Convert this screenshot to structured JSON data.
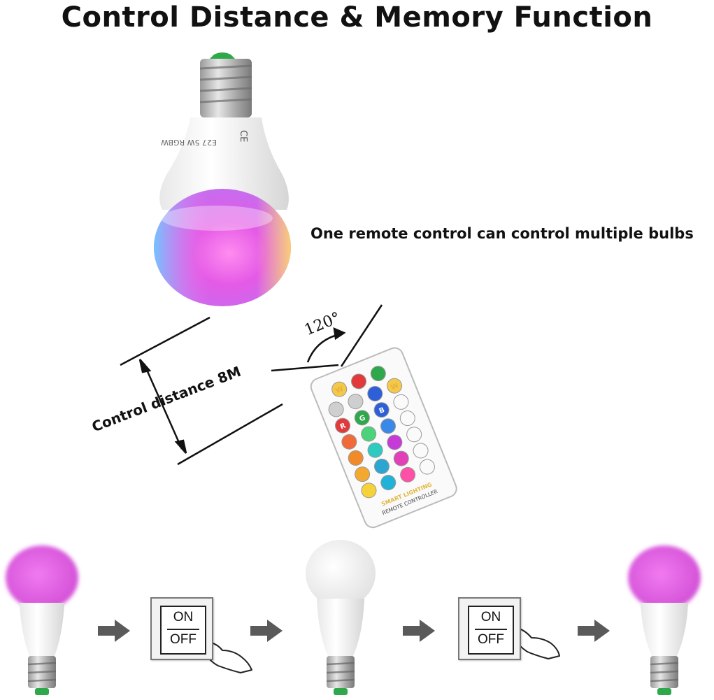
{
  "title": "Control Distance & Memory Function",
  "caption": "One remote control can control multiple bulbs",
  "distance_label": "Control distance 8M",
  "angle_label": "120°",
  "remote": {
    "brand_line1": "SMART LIGHTING",
    "brand_line2": "REMOTE CONTROLLER",
    "button_labels": [
      "W",
      "R",
      "G",
      "B",
      "W"
    ]
  },
  "switches": [
    {
      "on_label": "ON",
      "off_label": "OFF"
    },
    {
      "on_label": "ON",
      "off_label": "OFF"
    }
  ],
  "colors": {
    "bulb_magenta": "#e85ce8",
    "bulb_white": "#f4f4f4",
    "arrow_gray": "#5a5a5a"
  }
}
